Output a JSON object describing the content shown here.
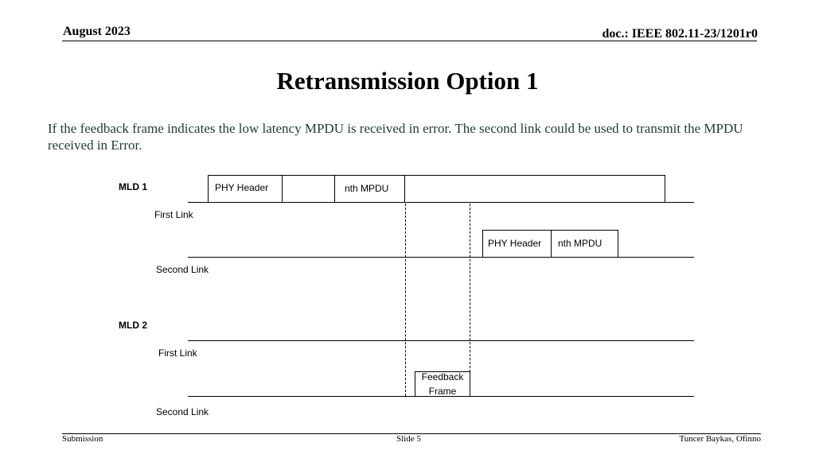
{
  "header": {
    "date": "August 2023",
    "doc": "doc.: IEEE 802.11-23/1201r0"
  },
  "title": "Retransmission Option 1",
  "body": "If the feedback frame indicates the low latency MPDU is received in error. The second link could be used to transmit the MPDU received in Error.",
  "diagram": {
    "mld1": {
      "label": "MLD 1",
      "first_link": "First Link",
      "second_link": "Second Link",
      "first_link_frame": {
        "phy_header": "PHY Header",
        "mpdu": "nth MPDU"
      },
      "second_link_frame": {
        "phy_header": "PHY Header",
        "mpdu": "nth MPDU"
      }
    },
    "mld2": {
      "label": "MLD 2",
      "first_link": "First Link",
      "second_link": "Second Link",
      "feedback_frame_line1": "Feedback",
      "feedback_frame_line2": "Frame"
    }
  },
  "footer": {
    "left": "Submission",
    "center": "Slide 5",
    "right": "Tuncer Baykas, Ofinno"
  }
}
